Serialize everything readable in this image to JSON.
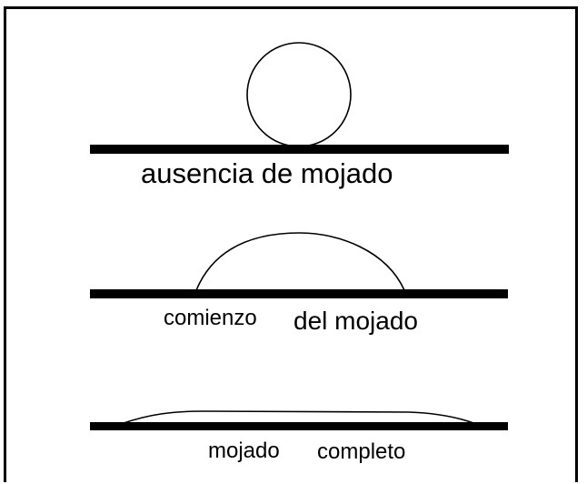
{
  "panels": [
    {
      "id": "no-wetting",
      "label": "ausencia de mojado"
    },
    {
      "id": "wetting-start",
      "label_left": "comienzo",
      "label_right": "del mojado"
    },
    {
      "id": "full-wetting",
      "label_left": "mojado",
      "label_right": "completo"
    }
  ],
  "colors": {
    "ink": "#000000",
    "background": "#ffffff"
  }
}
